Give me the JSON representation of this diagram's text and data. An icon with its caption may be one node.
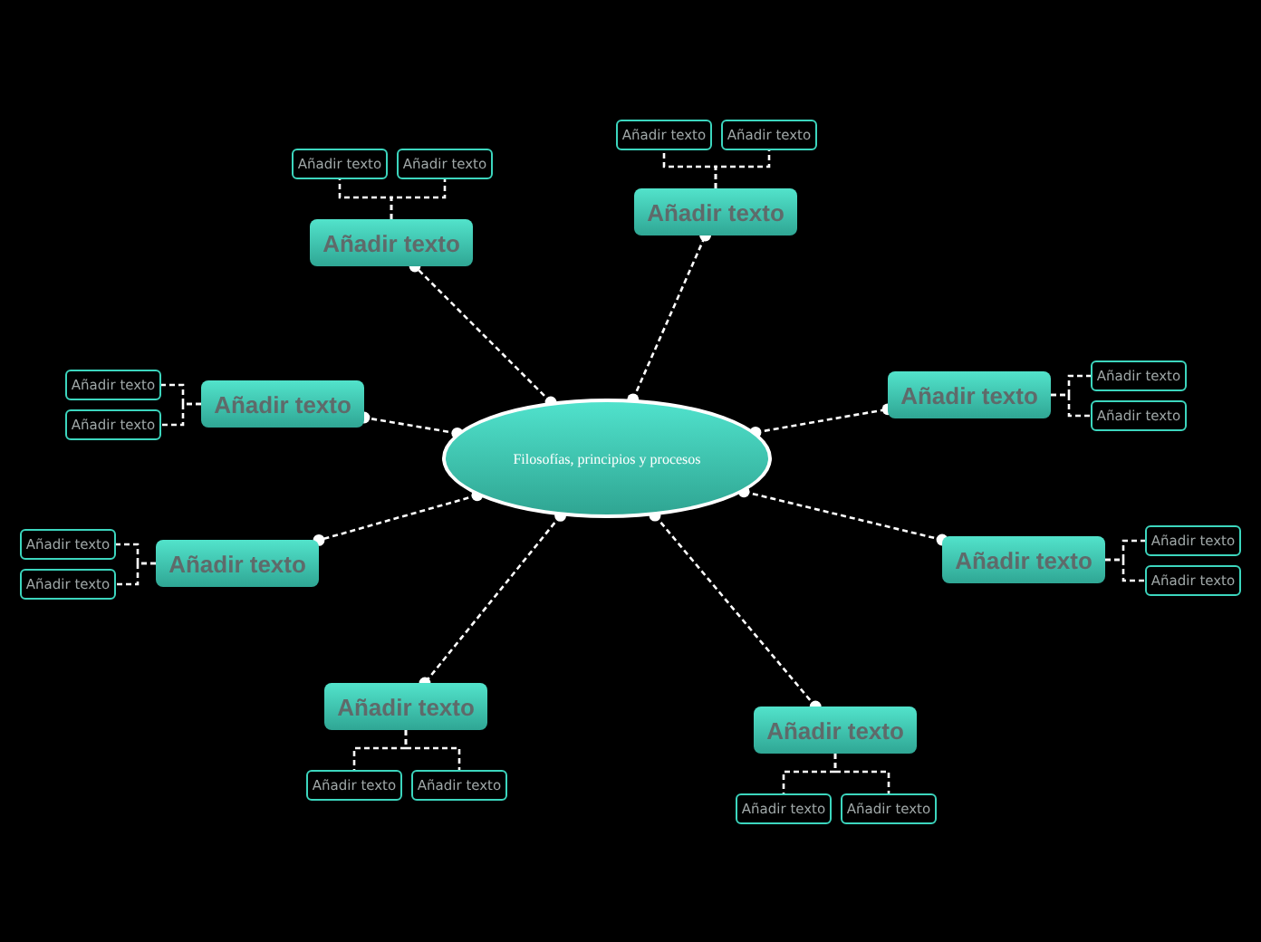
{
  "diagram": {
    "nodes": [
      {
        "text": [
          "Filosofías,  principios y procesos"
        ]
      },
      {
        "text": [
          "Añadir texto"
        ]
      },
      {
        "text": [
          "Añadir texto"
        ]
      },
      {
        "text": [
          "Añadir texto"
        ]
      },
      {
        "text": [
          "Añadir texto"
        ]
      },
      {
        "text": [
          "Añadir texto"
        ]
      },
      {
        "text": [
          "Añadir texto"
        ]
      },
      {
        "text": [
          "Añadir texto"
        ]
      },
      {
        "text": [
          "Añadir texto"
        ]
      },
      {
        "text": [
          "Añadir texto"
        ]
      },
      {
        "text": [
          "Añadir texto"
        ]
      },
      {
        "text": [
          "Añadir texto"
        ]
      },
      {
        "text": [
          "Añadir texto"
        ]
      },
      {
        "text": [
          "Añadir texto"
        ]
      },
      {
        "text": [
          "Añadir texto"
        ]
      },
      {
        "text": [
          "Añadir texto"
        ]
      },
      {
        "text": [
          "Añadir texto"
        ]
      },
      {
        "text": [
          "Añadir texto"
        ]
      },
      {
        "text": [
          "Añadir texto"
        ]
      },
      {
        "text": [
          "Añadir texto"
        ]
      },
      {
        "text": [
          "Añadir texto"
        ]
      },
      {
        "text": [
          "Añadir texto"
        ]
      },
      {
        "text": [
          "Añadir texto"
        ]
      },
      {
        "text": [
          "Añadir texto"
        ]
      },
      {
        "text": [
          "Añadir texto"
        ]
      }
    ],
    "edges": [
      {
        "from": 0,
        "to": 1,
        "arrow": "other",
        "style": "dashed"
      },
      {
        "from": 0,
        "to": 4,
        "arrow": "other",
        "style": "dashed"
      },
      {
        "from": 0,
        "to": 7,
        "arrow": "other",
        "style": "dashed"
      },
      {
        "from": 0,
        "to": 10,
        "arrow": "other",
        "style": "dashed"
      },
      {
        "from": 0,
        "to": 13,
        "arrow": "other",
        "style": "dashed"
      },
      {
        "from": 0,
        "to": 16,
        "arrow": "other",
        "style": "dashed"
      },
      {
        "from": 0,
        "to": 19,
        "arrow": "other",
        "style": "dashed"
      },
      {
        "from": 0,
        "to": 22,
        "arrow": "other",
        "style": "dashed"
      },
      {
        "from": 1,
        "to": 2,
        "arrow": "none",
        "style": "dashed"
      },
      {
        "from": 1,
        "to": 3,
        "arrow": "none",
        "style": "dashed"
      },
      {
        "from": 4,
        "to": 5,
        "arrow": "none",
        "style": "dashed"
      },
      {
        "from": 4,
        "to": 6,
        "arrow": "none",
        "style": "dashed"
      },
      {
        "from": 7,
        "to": 8,
        "arrow": "none",
        "style": "dashed"
      },
      {
        "from": 7,
        "to": 9,
        "arrow": "none",
        "style": "dashed"
      },
      {
        "from": 10,
        "to": 11,
        "arrow": "none",
        "style": "dashed"
      },
      {
        "from": 10,
        "to": 12,
        "arrow": "none",
        "style": "dashed"
      },
      {
        "from": 13,
        "to": 14,
        "arrow": "none",
        "style": "dashed"
      },
      {
        "from": 13,
        "to": 15,
        "arrow": "none",
        "style": "dashed"
      },
      {
        "from": 16,
        "to": 17,
        "arrow": "none",
        "style": "dashed"
      },
      {
        "from": 16,
        "to": 18,
        "arrow": "none",
        "style": "dashed"
      },
      {
        "from": 19,
        "to": 20,
        "arrow": "none",
        "style": "dashed"
      },
      {
        "from": 19,
        "to": 21,
        "arrow": "none",
        "style": "dashed"
      },
      {
        "from": 22,
        "to": 23,
        "arrow": "none",
        "style": "dashed"
      },
      {
        "from": 22,
        "to": 24,
        "arrow": "none",
        "style": "dashed"
      }
    ]
  }
}
